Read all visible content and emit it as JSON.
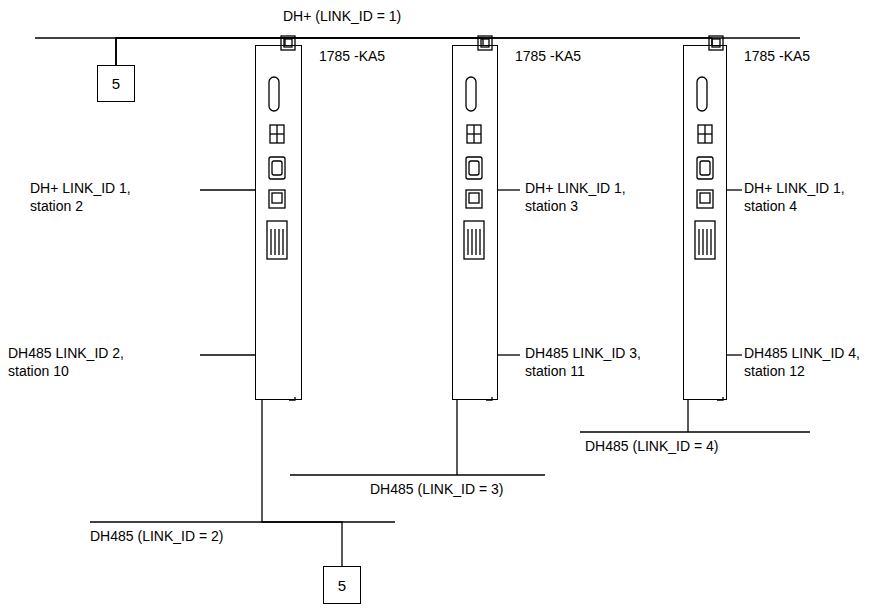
{
  "diagram": {
    "nodes": [
      {
        "text": [
          "5"
        ]
      },
      {
        "text": [
          "1785 -KA5"
        ]
      },
      {
        "text": [
          "1785 -KA5"
        ]
      },
      {
        "text": [
          "1785 -KA5"
        ]
      },
      {
        "text": [
          "5"
        ]
      }
    ],
    "edges": [
      {
        "from": 0,
        "to": 1,
        "arrow": "none"
      },
      {
        "from": 0,
        "to": 2,
        "arrow": "none"
      },
      {
        "from": 0,
        "to": 3,
        "arrow": "none"
      },
      {
        "from": 1,
        "to": 4,
        "arrow": "none"
      }
    ],
    "labels": [
      "DH+ (LINK_ID = 1)",
      "DH+ LINK_ID 1, station 2",
      "DH+ LINK_ID 1, station 3",
      "DH+ LINK_ID 1, station 4",
      "DH485 LINK_ID 2, station 10",
      "DH485 LINK_ID 3, station 11",
      "DH485 LINK_ID 4, station 12",
      "DH485 (LINK_ID = 4)",
      "DH485 (LINK_ID = 3)",
      "DH485 (LINK_ID = 2)"
    ]
  }
}
